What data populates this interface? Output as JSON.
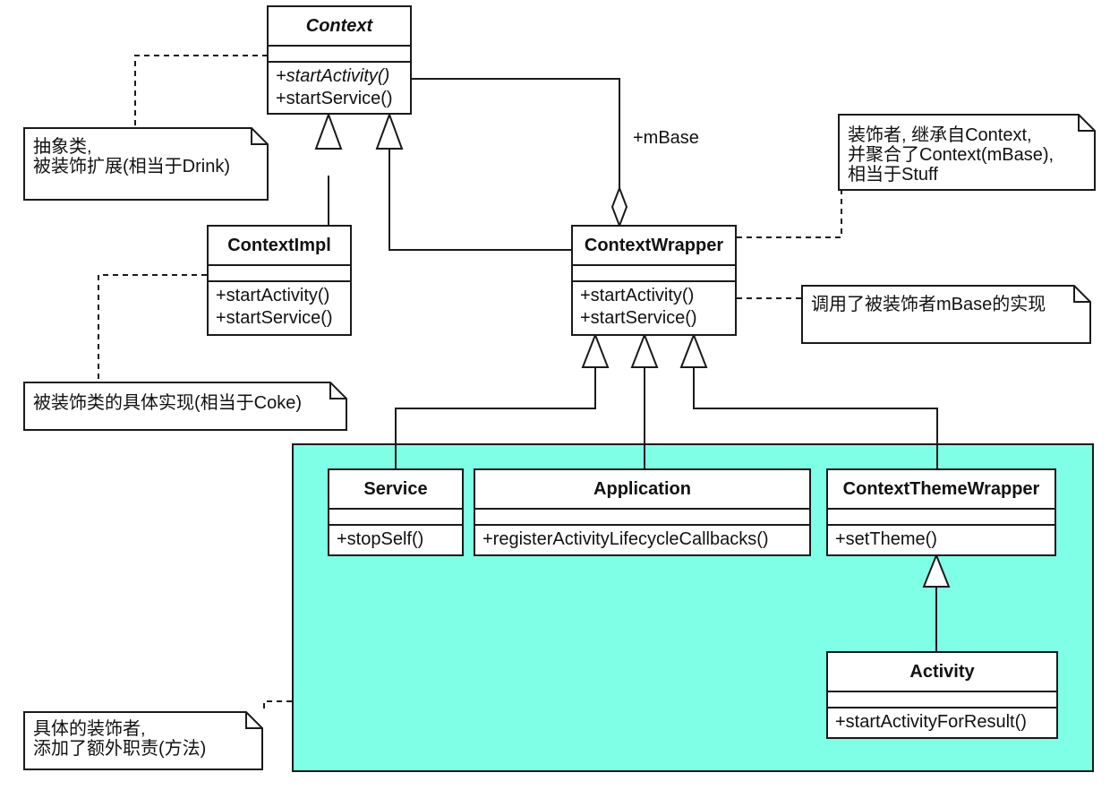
{
  "diagram": {
    "title": "Android Context decorator pattern UML",
    "colors": {
      "decorator_region": "#7fffe6",
      "line": "#1a1a1a",
      "class_fill": "#ffffff"
    },
    "classes": {
      "context": {
        "name": "Context",
        "abstract": true,
        "ops": [
          "+startActivity()",
          "+startService()"
        ],
        "ops_italic": [
          true,
          false
        ]
      },
      "context_impl": {
        "name": "ContextImpl",
        "ops": [
          "+startActivity()",
          "+startService()"
        ]
      },
      "context_wrapper": {
        "name": "ContextWrapper",
        "ops": [
          "+startActivity()",
          "+startService()"
        ]
      },
      "service": {
        "name": "Service",
        "ops": [
          "+stopSelf()"
        ]
      },
      "application": {
        "name": "Application",
        "ops": [
          "+registerActivityLifecycleCallbacks()"
        ]
      },
      "context_theme_wrapper": {
        "name": "ContextThemeWrapper",
        "ops": [
          "+setTheme()"
        ]
      },
      "activity": {
        "name": "Activity",
        "ops": [
          "+startActivityForResult()"
        ]
      }
    },
    "association_label": "+mBase",
    "notes": {
      "abstract_class": "抽象类,\n被装饰扩展(相当于Drink)",
      "decorator": "装饰者, 继承自Context,\n并聚合了Context(mBase),\n相当于Stuff",
      "calls_mbase": "调用了被装饰者mBase的实现",
      "concrete_impl": "被装饰类的具体实现(相当于Coke)",
      "concrete_decorators": "具体的装饰者,\n添加了额外职责(方法)"
    },
    "relationships": [
      {
        "type": "generalization",
        "from": "ContextImpl",
        "to": "Context"
      },
      {
        "type": "generalization",
        "from": "ContextWrapper",
        "to": "Context"
      },
      {
        "type": "aggregation",
        "whole": "ContextWrapper",
        "part": "Context",
        "role": "+mBase"
      },
      {
        "type": "generalization",
        "from": "Service",
        "to": "ContextWrapper"
      },
      {
        "type": "generalization",
        "from": "Application",
        "to": "ContextWrapper"
      },
      {
        "type": "generalization",
        "from": "ContextThemeWrapper",
        "to": "ContextWrapper"
      },
      {
        "type": "generalization",
        "from": "Activity",
        "to": "ContextThemeWrapper"
      }
    ]
  }
}
